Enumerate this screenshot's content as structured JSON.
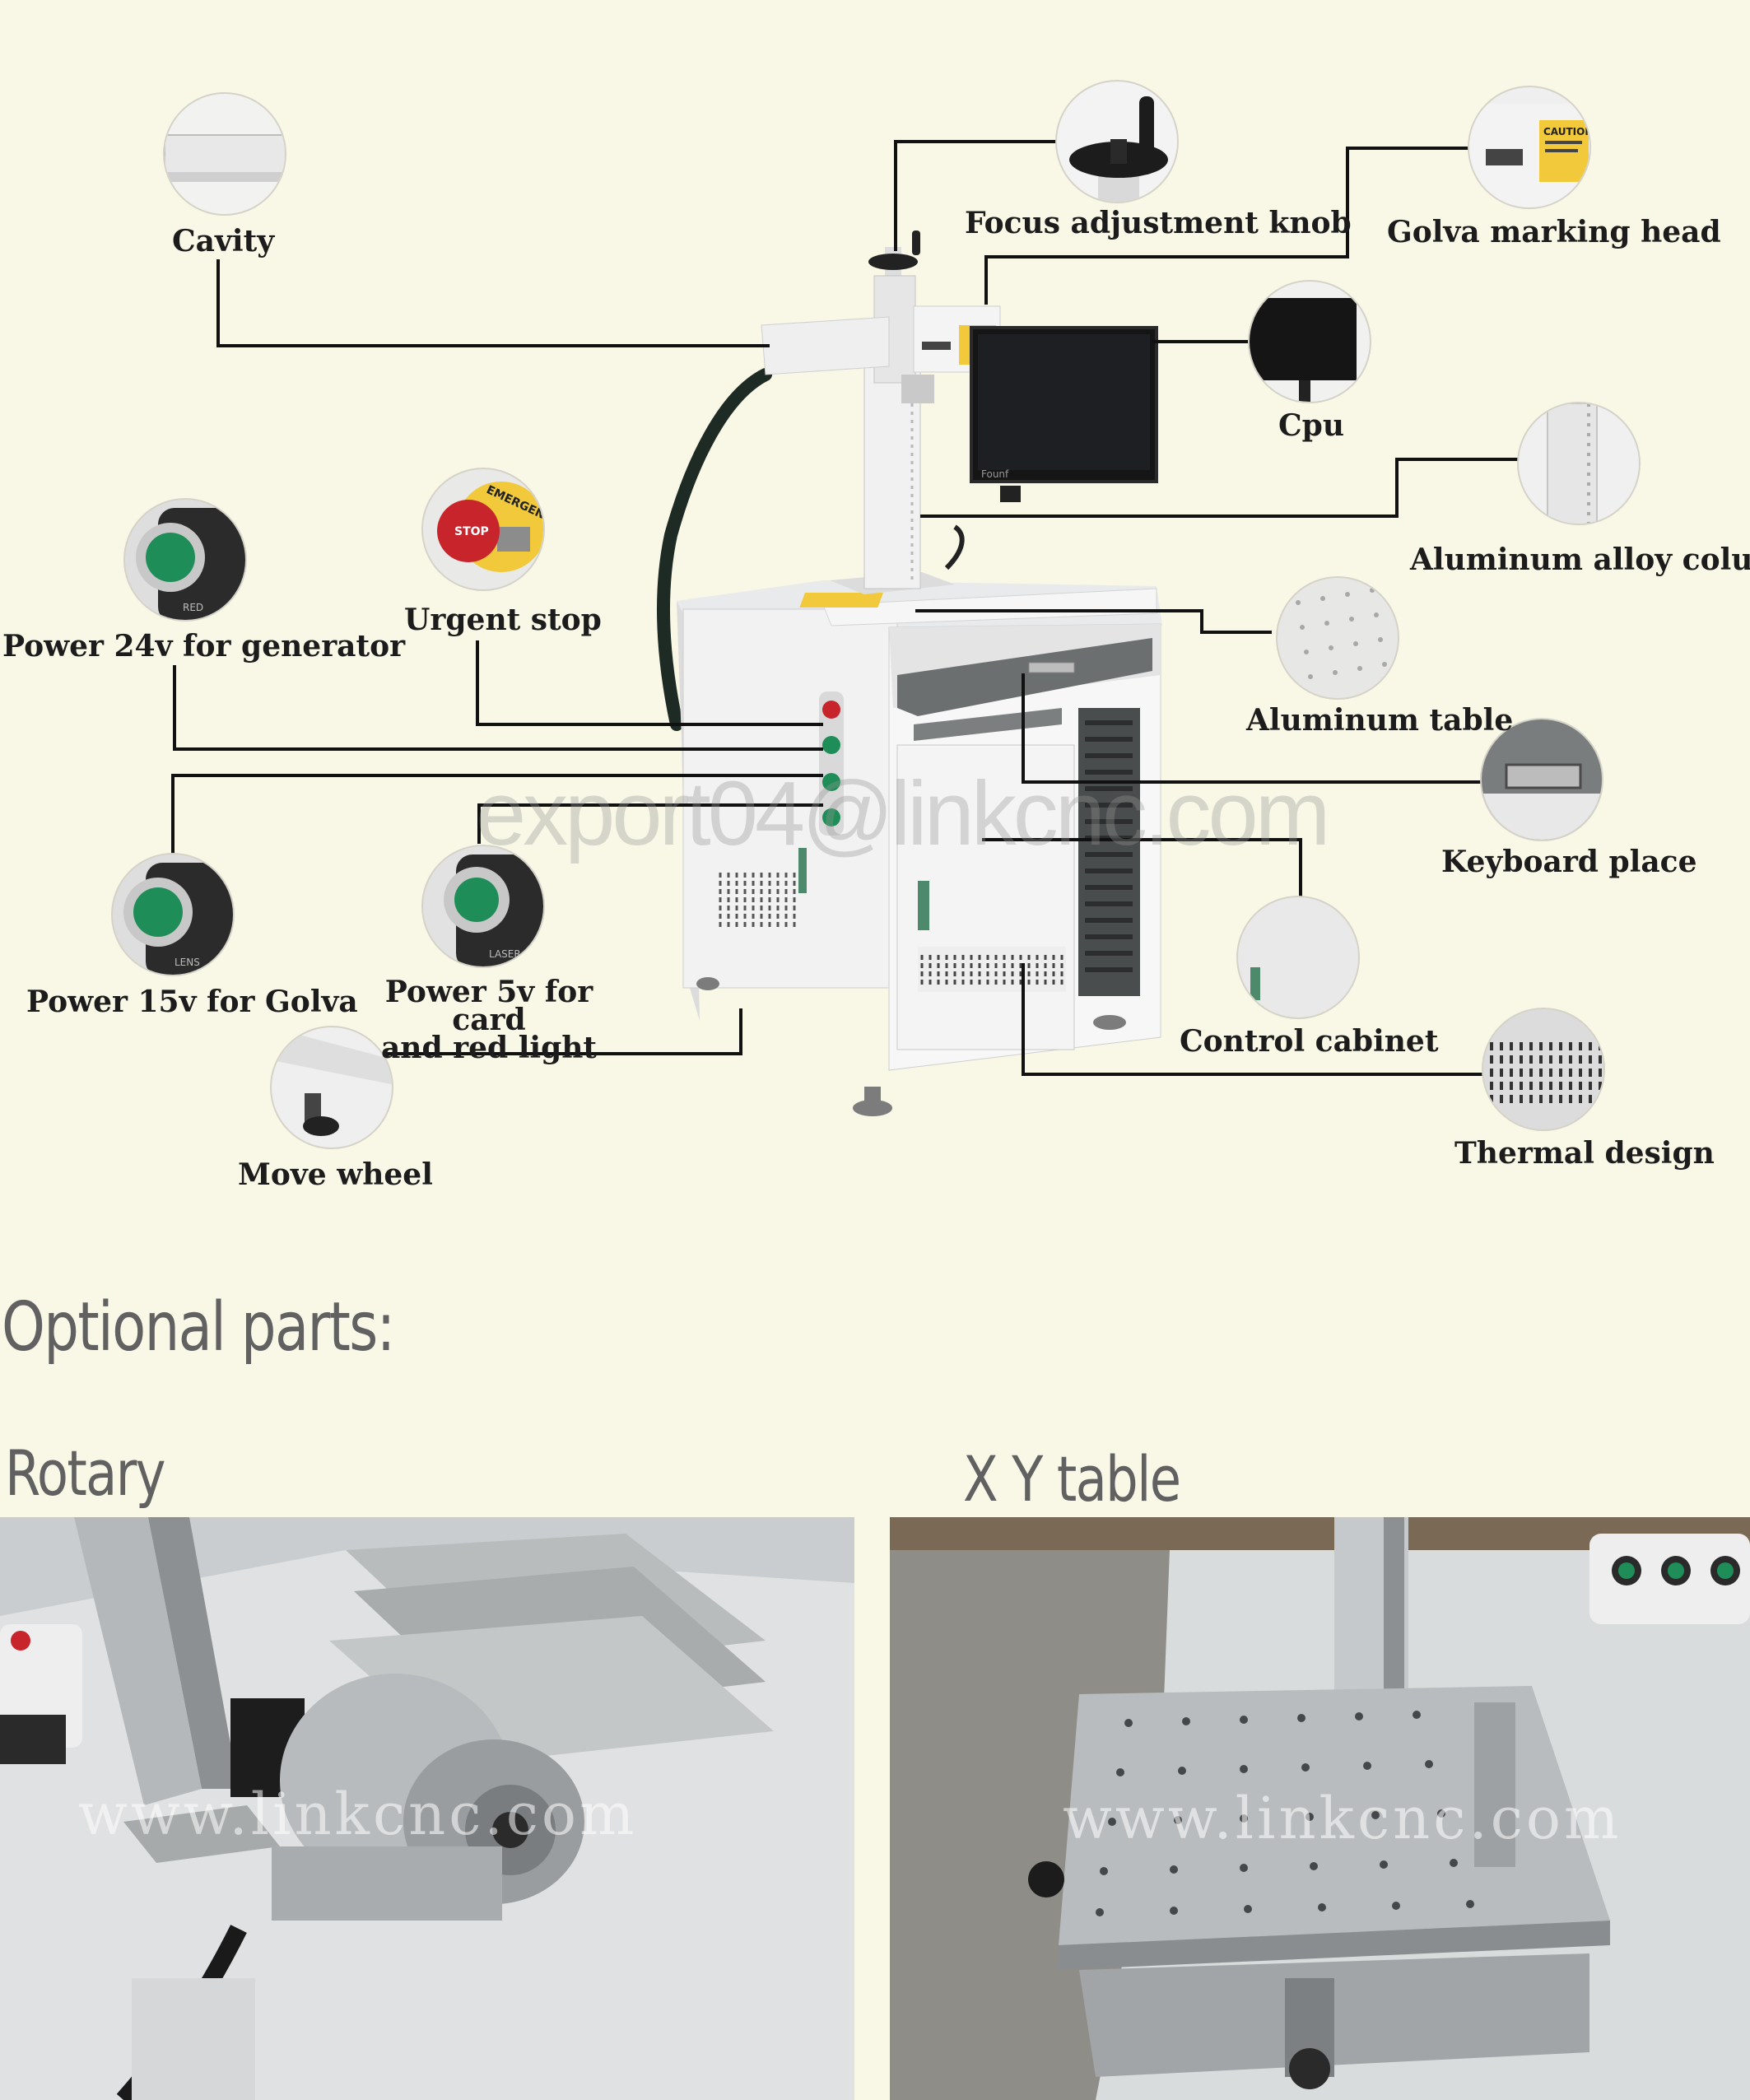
{
  "watermark": "export04@linkcnc.com",
  "callouts": {
    "cavity": "Cavity",
    "focus_knob": "Focus adjustment knob",
    "golva_head": "Golva marking head",
    "cpu": "Cpu",
    "column": "Aluminum alloy column",
    "table": "Aluminum table",
    "urgent_stop": "Urgent stop",
    "power24": "Power 24v for generator",
    "keyboard": "Keyboard place",
    "power15": "Power 15v for Golva",
    "power5": "Power 5v for card\nand red light",
    "control_cabinet": "Control cabinet",
    "move_wheel": "Move wheel",
    "thermal": "Thermal design"
  },
  "detail_texts": {
    "caution_label": "CAUTION",
    "stop_label": "STOP",
    "emergency_label": "EMERGENCY STOP",
    "led_red": "RED",
    "led_lens": "LENS",
    "led_laser": "LASER",
    "monitor_brand": "Founf"
  },
  "optional_parts": {
    "heading": "Optional parts:",
    "rotary_title": "Rotary",
    "xy_title": "X Y table",
    "photo_watermark": "www.linkcnc.com"
  },
  "colors": {
    "background": "#f9f7e6",
    "line": "#111111",
    "heading_grey": "#616161",
    "button_green": "#1f8d57",
    "stop_red": "#c8242b"
  }
}
